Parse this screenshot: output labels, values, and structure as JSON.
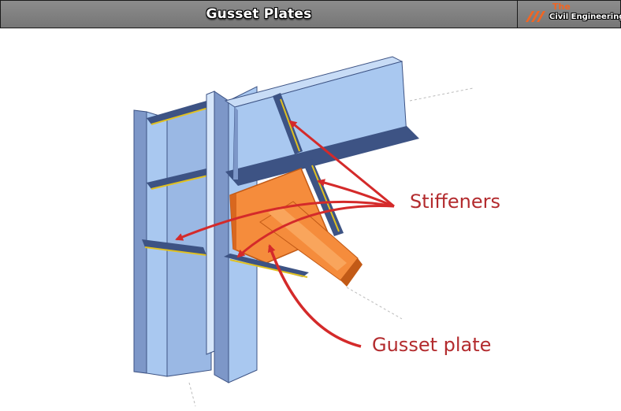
{
  "header": {
    "title": "Gusset Plates"
  },
  "brand": {
    "the": "The",
    "name": "Civil Engineering",
    "accent_color": "#f26522"
  },
  "labels": {
    "stiffeners": "Stiffeners",
    "gusset_plate": "Gusset plate"
  },
  "colors": {
    "steel": "#a9c8f0",
    "steel_dark": "#3d5384",
    "gusset": "#f58c3c",
    "arrow": "#d42a2a",
    "weld": "#e0c020"
  }
}
